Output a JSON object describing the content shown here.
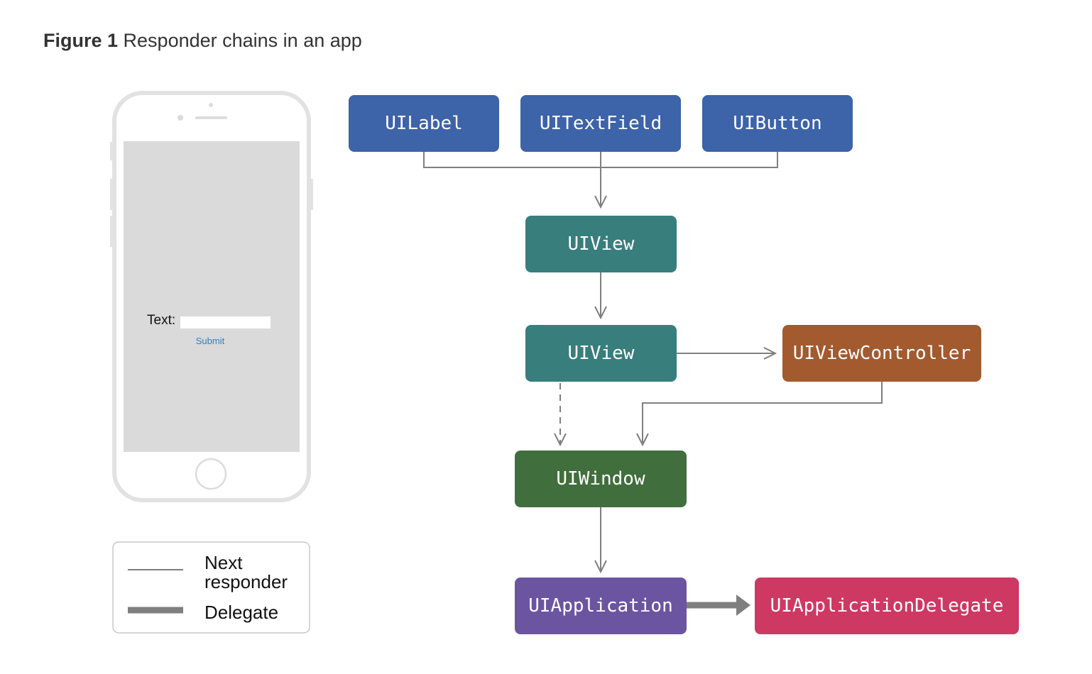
{
  "title": {
    "figure": "Figure 1",
    "caption": "Responder chains in an app"
  },
  "phone": {
    "text_label": "Text:",
    "submit_label": "Submit"
  },
  "nodes": {
    "uilabel": "UILabel",
    "uitextfield": "UITextField",
    "uibutton": "UIButton",
    "uiview1": "UIView",
    "uiview2": "UIView",
    "uiviewcontroller": "UIViewController",
    "uiwindow": "UIWindow",
    "uiapplication": "UIApplication",
    "uiapplicationdelegate": "UIApplicationDelegate"
  },
  "legend": {
    "next_responder": "Next\nresponder",
    "delegate": "Delegate"
  },
  "colors": {
    "blue": "#3d63a8",
    "teal": "#387e7d",
    "brown": "#a35a2f",
    "green": "#416e3d",
    "purple": "#6b55a0",
    "pink": "#cd3963",
    "connector": "#7f7f7f"
  }
}
